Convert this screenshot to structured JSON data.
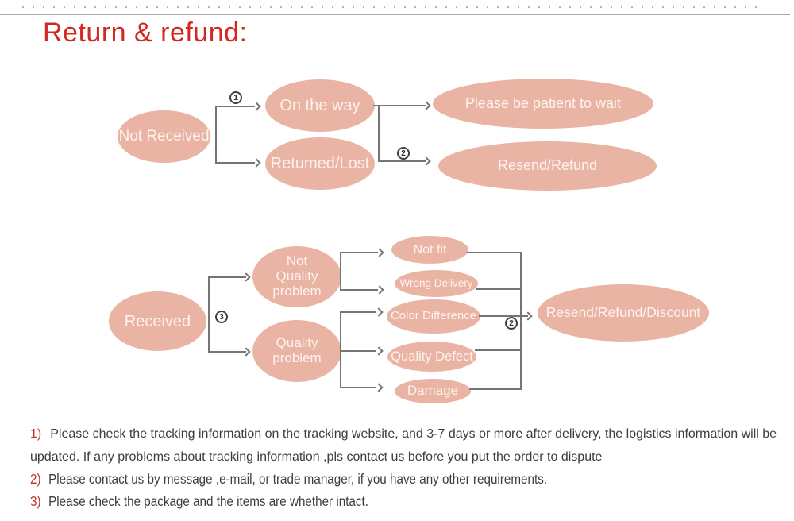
{
  "header": {
    "title": "Return & refund:"
  },
  "colors": {
    "title": "#d3281f",
    "ellipse_fill": "#e9b4a4",
    "ellipse_text": "#fff6f0",
    "connector": "#757575",
    "note_number": "#c2322b",
    "note_text": "#3d3d3d"
  },
  "flow_not_received": {
    "root": "Not Received",
    "on_the_way": "On the way",
    "retumed_lost": "Retumed/Lost",
    "please_wait": "Please be patient to wait",
    "resend_refund": "Resend/Refund",
    "step_1": "1",
    "step_2": "2"
  },
  "flow_received": {
    "root": "Received",
    "not_quality_problem": "Not Quality problem",
    "quality_problem": "Quality problem",
    "not_fit": "Not fit",
    "wrong_delivery": "Wrong Delivery",
    "color_difference": "Color Difference",
    "quality_defect": "Quality Defect",
    "damage": "Damage",
    "resend_refund_discount": "Resend/Refund/Discount",
    "step_3": "3",
    "step_2": "2"
  },
  "notes": [
    {
      "number": "1)",
      "text": "Please check the tracking information on the tracking website, and 3-7 days or more after delivery, the logistics information will be updated. If any problems about tracking information ,pls contact us before you put the order to dispute"
    },
    {
      "number": "2)",
      "text": "Please contact us by message ,e-mail, or trade manager, if you have any other requirements."
    },
    {
      "number": "3)",
      "text": "Please check the package and the items are whether intact."
    }
  ]
}
